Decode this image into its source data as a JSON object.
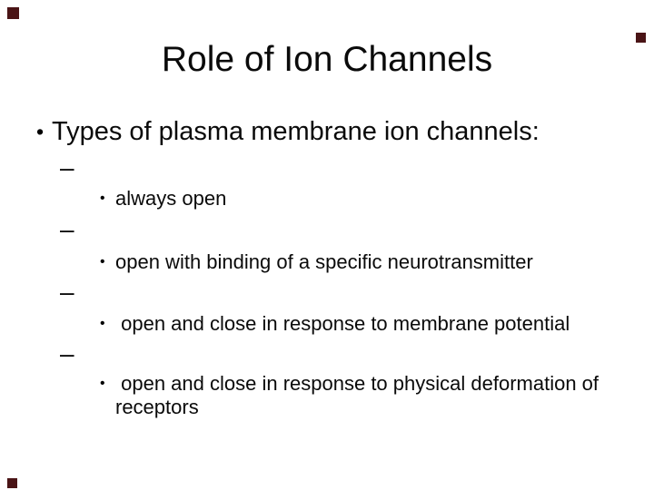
{
  "slide": {
    "title": "Role of Ion Channels",
    "main_bullet": {
      "marker": "•",
      "text": "Types of plasma membrane ion channels:"
    },
    "items": [
      {
        "dash": "–",
        "marker": "•",
        "text": "always open"
      },
      {
        "dash": "–",
        "marker": "•",
        "text": "open with binding of a specific neurotransmitter"
      },
      {
        "dash": "–",
        "marker": "•",
        "text": " open and close in response to membrane potential"
      },
      {
        "dash": "–",
        "marker": "•",
        "text": " open and close in response to physical deformation of receptors"
      }
    ],
    "colors": {
      "background": "#ffffff",
      "text": "#0a0a0a",
      "corner_square": "#4a1416"
    }
  }
}
